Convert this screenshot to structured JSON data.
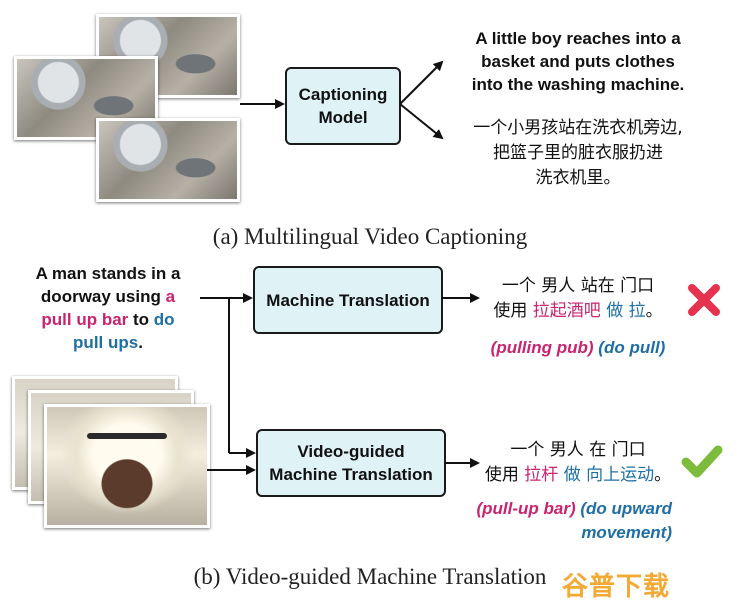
{
  "panel_a": {
    "box_line1": "Captioning",
    "box_line2": "Model",
    "output_en_line1": "A little boy reaches into a",
    "output_en_line2": "basket and puts clothes",
    "output_en_line3": "into the washing machine.",
    "output_zh_line1": "一个小男孩站在洗衣机旁边,",
    "output_zh_line2": "把篮子里的脏衣服扔进",
    "output_zh_line3": "洗衣机里。",
    "caption": "(a) Multilingual Video Captioning"
  },
  "panel_b": {
    "source": {
      "line1": "A man stands in a",
      "line2_plain": "doorway using ",
      "line2_highlight": "a",
      "line3_highlight": "pull up bar",
      "line3_plain": " to ",
      "line3_highlight2": "do",
      "line4_highlight": "pull ups",
      "line4_plain": "."
    },
    "mt_box": "Machine Translation",
    "vmt_box_line1": "Video-guided",
    "vmt_box_line2": "Machine Translation",
    "mt_output": {
      "line1": "一个 男人 站在 门口",
      "line2_plain": "使用 ",
      "line2_magenta": "拉起酒吧",
      "line2_space": " ",
      "line2_blue": "做 拉",
      "line2_end": "。",
      "gloss_magenta": "(pulling pub)",
      "gloss_blue": "(do pull)"
    },
    "vmt_output": {
      "line1": "一个 男人 在 门口",
      "line2_plain": "使用 ",
      "line2_magenta": "拉杆",
      "line2_space": " ",
      "line2_blue": "做 向上运动",
      "line2_end": "。",
      "gloss_magenta": "(pull-up bar)",
      "gloss_blue_line1": "(do upward",
      "gloss_blue_line2": "movement)"
    },
    "caption": "(b) Video-guided Machine Translation",
    "watermark": "谷普下载"
  },
  "colors": {
    "box_fill": "#dff3f7",
    "magenta": "#c9246f",
    "blue": "#1f6fa5",
    "cross": "#e5334d",
    "check": "#7cbb3c"
  },
  "icons": [
    "cross-icon",
    "check-icon"
  ]
}
